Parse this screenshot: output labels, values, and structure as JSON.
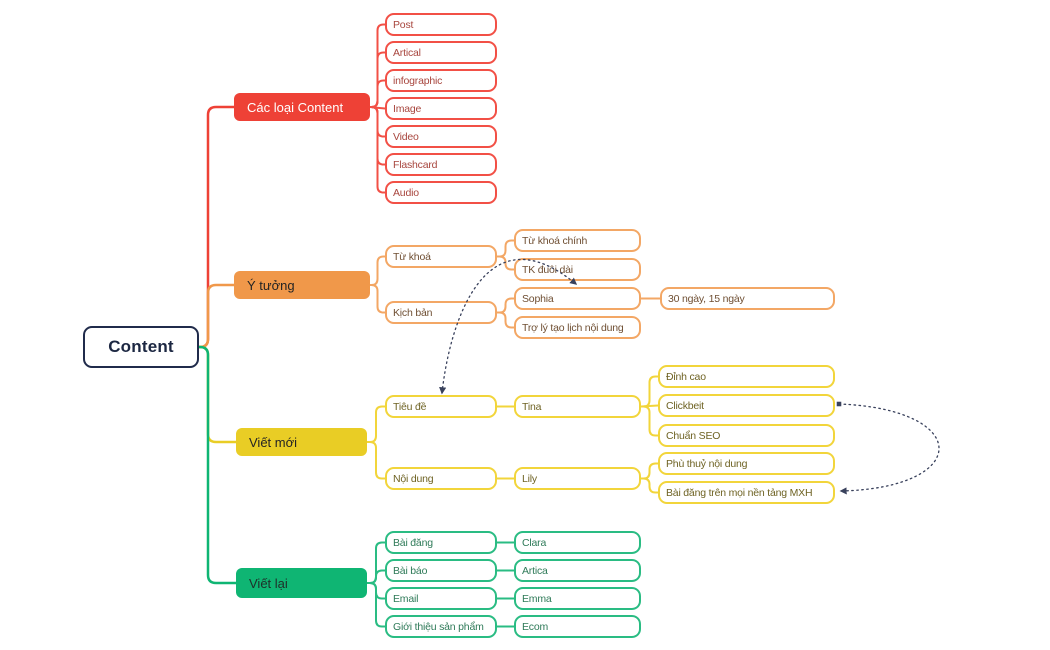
{
  "palette": {
    "red": {
      "fill": "#ee4136",
      "line": "#f25046",
      "label_on_fill": "#ffffff",
      "child_text": "#a8463e"
    },
    "orange": {
      "fill": "#f0984a",
      "line": "#f3a765",
      "label_on_fill": "#242424",
      "child_text": "#6f4f33"
    },
    "yellow": {
      "fill": "#e9cd25",
      "line": "#f2d53b",
      "label_on_fill": "#242424",
      "child_text": "#6f6324"
    },
    "green": {
      "fill": "#0fb573",
      "line": "#2abc83",
      "label_on_fill": "#1f2f29",
      "child_text": "#2e7a58"
    }
  },
  "root_style": {
    "border": "#202b4b",
    "text": "#1c2742"
  },
  "relationship_color": "#39415c",
  "nodes": [
    {
      "id": "root",
      "label": "Content"
    },
    {
      "id": "cac-loai-content",
      "label": "Các loại Content",
      "parent": "root",
      "branch": "red",
      "filled": true
    },
    {
      "id": "post",
      "label": "Post",
      "parent": "cac-loai-content"
    },
    {
      "id": "artical",
      "label": "Artical",
      "parent": "cac-loai-content"
    },
    {
      "id": "infographic",
      "label": "infographic",
      "parent": "cac-loai-content"
    },
    {
      "id": "image",
      "label": "Image",
      "parent": "cac-loai-content"
    },
    {
      "id": "video",
      "label": "Video",
      "parent": "cac-loai-content"
    },
    {
      "id": "flashcard",
      "label": "Flashcard",
      "parent": "cac-loai-content"
    },
    {
      "id": "audio",
      "label": "Audio",
      "parent": "cac-loai-content"
    },
    {
      "id": "y-tuong",
      "label": "Ý tưởng",
      "parent": "root",
      "branch": "orange",
      "filled": true
    },
    {
      "id": "tu-khoa",
      "label": "Từ khoá",
      "parent": "y-tuong"
    },
    {
      "id": "tu-khoa-chinh",
      "label": "Từ khoá chính",
      "parent": "tu-khoa"
    },
    {
      "id": "tk-duoi-dai",
      "label": "TK đuôi dài",
      "parent": "tu-khoa"
    },
    {
      "id": "kich-ban",
      "label": "Kịch bản",
      "parent": "y-tuong"
    },
    {
      "id": "sophia",
      "label": "Sophia",
      "parent": "kich-ban"
    },
    {
      "id": "30-ngay",
      "label": "30 ngày, 15 ngày",
      "parent": "sophia"
    },
    {
      "id": "tro-ly",
      "label": "Trợ lý tạo lịch nội dung",
      "parent": "kich-ban"
    },
    {
      "id": "viet-moi",
      "label": "Viết mới",
      "parent": "root",
      "branch": "yellow",
      "filled": true
    },
    {
      "id": "tieu-de",
      "label": "Tiêu đề",
      "parent": "viet-moi"
    },
    {
      "id": "tina",
      "label": "Tina",
      "parent": "tieu-de"
    },
    {
      "id": "dinh-cao",
      "label": "Đỉnh cao",
      "parent": "tina"
    },
    {
      "id": "clickbeit",
      "label": "Clickbeit",
      "parent": "tina"
    },
    {
      "id": "chuan-seo",
      "label": "Chuẩn SEO",
      "parent": "tina"
    },
    {
      "id": "noi-dung",
      "label": "Nội dung",
      "parent": "viet-moi"
    },
    {
      "id": "lily",
      "label": "Lily",
      "parent": "noi-dung"
    },
    {
      "id": "phu-thuy",
      "label": "Phù thuỷ nội dung",
      "parent": "lily"
    },
    {
      "id": "bai-dang-mxh",
      "label": "Bài đăng trên mọi nền tảng MXH",
      "parent": "lily"
    },
    {
      "id": "viet-lai",
      "label": "Viết lại",
      "parent": "root",
      "branch": "green",
      "filled": true
    },
    {
      "id": "bai-dang",
      "label": "Bài đăng",
      "parent": "viet-lai"
    },
    {
      "id": "clara",
      "label": "Clara",
      "parent": "bai-dang"
    },
    {
      "id": "bai-bao",
      "label": "Bài báo",
      "parent": "viet-lai"
    },
    {
      "id": "artica",
      "label": "Artica",
      "parent": "bai-bao"
    },
    {
      "id": "email",
      "label": "Email",
      "parent": "viet-lai"
    },
    {
      "id": "emma",
      "label": "Emma",
      "parent": "email"
    },
    {
      "id": "gioi-thieu",
      "label": "Giới thiệu sản phẩm",
      "parent": "viet-lai"
    },
    {
      "id": "ecom",
      "label": "Ecom",
      "parent": "gioi-thieu"
    }
  ],
  "relationships": [
    {
      "from": "tieu-de",
      "to": "tk-duoi-dai"
    },
    {
      "from": "clickbeit",
      "to": "bai-dang-mxh"
    }
  ]
}
